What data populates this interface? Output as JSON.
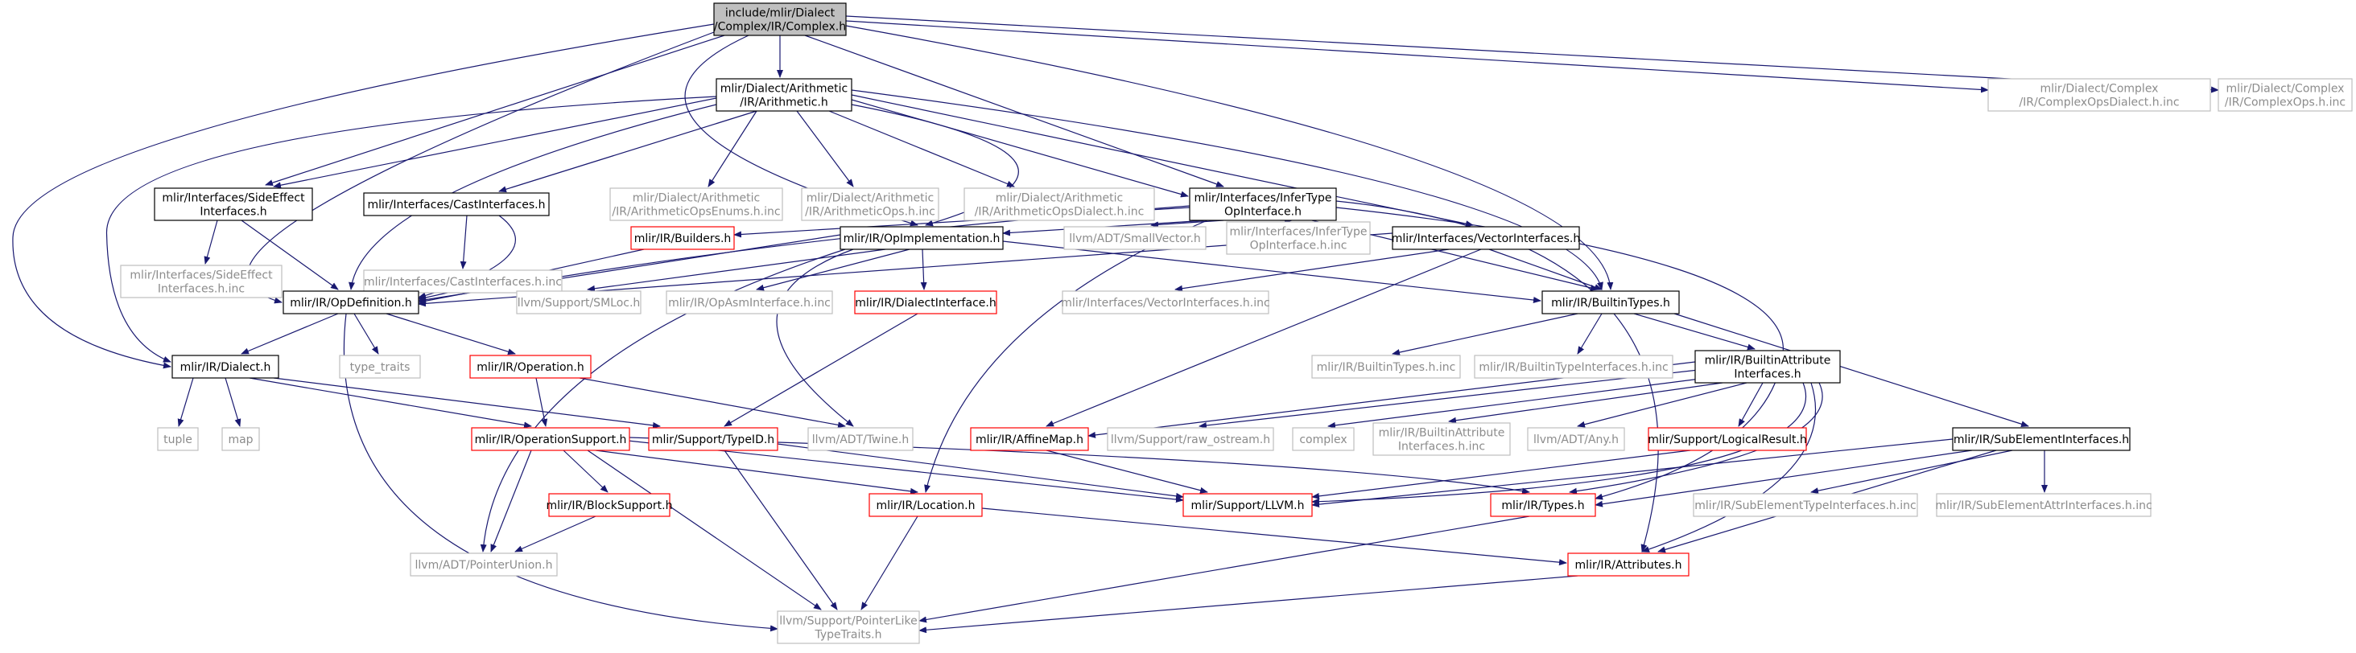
{
  "colors": {
    "root_fill": "#bfbfbf",
    "normal_border": "#000000",
    "missing_border": "#bfbfbf",
    "red_border": "#ff0000",
    "missing_text": "#8c8c8c",
    "edge": "#191970"
  },
  "nodes": [
    {
      "id": "complex",
      "lines": [
        "include/mlir/Dialect",
        "/Complex/IR/Complex.h"
      ],
      "style": "root"
    },
    {
      "id": "arith",
      "lines": [
        "mlir/Dialect/Arithmetic",
        "/IR/Arithmetic.h"
      ],
      "style": "normal"
    },
    {
      "id": "cplx_dialect_inc",
      "lines": [
        "mlir/Dialect/Complex",
        "/IR/ComplexOpsDialect.h.inc"
      ],
      "style": "missing"
    },
    {
      "id": "cplx_ops_inc",
      "lines": [
        "mlir/Dialect/Complex",
        "/IR/ComplexOps.h.inc"
      ],
      "style": "missing"
    },
    {
      "id": "sideeffect",
      "lines": [
        "mlir/Interfaces/SideEffect",
        "Interfaces.h"
      ],
      "style": "normal"
    },
    {
      "id": "castif",
      "lines": [
        "mlir/Interfaces/CastInterfaces.h"
      ],
      "style": "normal"
    },
    {
      "id": "arith_enums_inc",
      "lines": [
        "mlir/Dialect/Arithmetic",
        "/IR/ArithmeticOpsEnums.h.inc"
      ],
      "style": "missing"
    },
    {
      "id": "arith_ops_inc",
      "lines": [
        "mlir/Dialect/Arithmetic",
        "/IR/ArithmeticOps.h.inc"
      ],
      "style": "missing"
    },
    {
      "id": "arith_dialect_inc",
      "lines": [
        "mlir/Dialect/Arithmetic",
        "/IR/ArithmeticOpsDialect.h.inc"
      ],
      "style": "missing"
    },
    {
      "id": "infertype",
      "lines": [
        "mlir/Interfaces/InferType",
        "OpInterface.h"
      ],
      "style": "normal"
    },
    {
      "id": "sideeffect_inc",
      "lines": [
        "mlir/Interfaces/SideEffect",
        "Interfaces.h.inc"
      ],
      "style": "missing"
    },
    {
      "id": "castif_inc",
      "lines": [
        "mlir/Interfaces/CastInterfaces.h.inc"
      ],
      "style": "missing"
    },
    {
      "id": "builders",
      "lines": [
        "mlir/IR/Builders.h"
      ],
      "style": "red"
    },
    {
      "id": "opimpl",
      "lines": [
        "mlir/IR/OpImplementation.h"
      ],
      "style": "normal"
    },
    {
      "id": "smallvector",
      "lines": [
        "llvm/ADT/SmallVector.h"
      ],
      "style": "missing"
    },
    {
      "id": "infertype_inc",
      "lines": [
        "mlir/Interfaces/InferType",
        "OpInterface.h.inc"
      ],
      "style": "missing"
    },
    {
      "id": "vectorif",
      "lines": [
        "mlir/Interfaces/VectorInterfaces.h"
      ],
      "style": "normal"
    },
    {
      "id": "opdef",
      "lines": [
        "mlir/IR/OpDefinition.h"
      ],
      "style": "normal"
    },
    {
      "id": "smloc",
      "lines": [
        "llvm/Support/SMLoc.h"
      ],
      "style": "missing"
    },
    {
      "id": "opasm_inc",
      "lines": [
        "mlir/IR/OpAsmInterface.h.inc"
      ],
      "style": "missing"
    },
    {
      "id": "dialectif",
      "lines": [
        "mlir/IR/DialectInterface.h"
      ],
      "style": "red"
    },
    {
      "id": "vectorif_inc",
      "lines": [
        "mlir/Interfaces/VectorInterfaces.h.inc"
      ],
      "style": "missing"
    },
    {
      "id": "builtintypes",
      "lines": [
        "mlir/IR/BuiltinTypes.h"
      ],
      "style": "normal"
    },
    {
      "id": "dialect",
      "lines": [
        "mlir/IR/Dialect.h"
      ],
      "style": "normal"
    },
    {
      "id": "type_traits",
      "lines": [
        "type_traits"
      ],
      "style": "missing"
    },
    {
      "id": "operation",
      "lines": [
        "mlir/IR/Operation.h"
      ],
      "style": "red"
    },
    {
      "id": "builtintypes_inc",
      "lines": [
        "mlir/IR/BuiltinTypes.h.inc"
      ],
      "style": "missing"
    },
    {
      "id": "builtintypeif_inc",
      "lines": [
        "mlir/IR/BuiltinTypeInterfaces.h.inc"
      ],
      "style": "missing"
    },
    {
      "id": "builtinattrif",
      "lines": [
        "mlir/IR/BuiltinAttribute",
        "Interfaces.h"
      ],
      "style": "normal"
    },
    {
      "id": "tuple",
      "lines": [
        "tuple"
      ],
      "style": "missing"
    },
    {
      "id": "map",
      "lines": [
        "map"
      ],
      "style": "missing"
    },
    {
      "id": "opsupport",
      "lines": [
        "mlir/IR/OperationSupport.h"
      ],
      "style": "red"
    },
    {
      "id": "typeid",
      "lines": [
        "mlir/Support/TypeID.h"
      ],
      "style": "red"
    },
    {
      "id": "twine",
      "lines": [
        "llvm/ADT/Twine.h"
      ],
      "style": "missing"
    },
    {
      "id": "affinemap",
      "lines": [
        "mlir/IR/AffineMap.h"
      ],
      "style": "red"
    },
    {
      "id": "raw_ostream",
      "lines": [
        "llvm/Support/raw_ostream.h"
      ],
      "style": "missing"
    },
    {
      "id": "complex_std",
      "lines": [
        "complex"
      ],
      "style": "missing"
    },
    {
      "id": "builtinattrif_inc",
      "lines": [
        "mlir/IR/BuiltinAttribute",
        "Interfaces.h.inc"
      ],
      "style": "missing"
    },
    {
      "id": "any",
      "lines": [
        "llvm/ADT/Any.h"
      ],
      "style": "missing"
    },
    {
      "id": "logicalresult",
      "lines": [
        "mlir/Support/LogicalResult.h"
      ],
      "style": "red"
    },
    {
      "id": "subelementif",
      "lines": [
        "mlir/IR/SubElementInterfaces.h"
      ],
      "style": "normal"
    },
    {
      "id": "blocksupport",
      "lines": [
        "mlir/IR/BlockSupport.h"
      ],
      "style": "red"
    },
    {
      "id": "location",
      "lines": [
        "mlir/IR/Location.h"
      ],
      "style": "red"
    },
    {
      "id": "llvm_h",
      "lines": [
        "mlir/Support/LLVM.h"
      ],
      "style": "red"
    },
    {
      "id": "types",
      "lines": [
        "mlir/IR/Types.h"
      ],
      "style": "red"
    },
    {
      "id": "subelemtypeif_inc",
      "lines": [
        "mlir/IR/SubElementTypeInterfaces.h.inc"
      ],
      "style": "missing"
    },
    {
      "id": "subelemattrif_inc",
      "lines": [
        "mlir/IR/SubElementAttrInterfaces.h.inc"
      ],
      "style": "missing"
    },
    {
      "id": "pointerunion",
      "lines": [
        "llvm/ADT/PointerUnion.h"
      ],
      "style": "missing"
    },
    {
      "id": "attributes",
      "lines": [
        "mlir/IR/Attributes.h"
      ],
      "style": "red"
    },
    {
      "id": "pointerlike",
      "lines": [
        "llvm/Support/PointerLike",
        "TypeTraits.h"
      ],
      "style": "missing"
    }
  ]
}
